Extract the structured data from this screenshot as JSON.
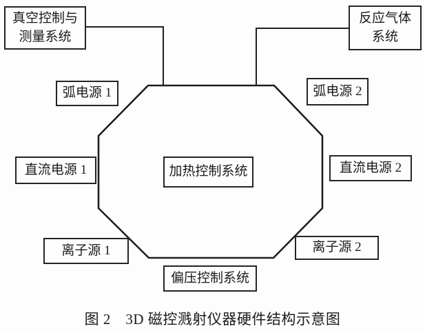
{
  "figure": {
    "caption": "图 2　3D 磁控溅射仪器硬件结构示意图"
  },
  "diagram": {
    "boxes": {
      "vacuum_control": {
        "line1": "真空控制与",
        "line2": "测量系统"
      },
      "reaction_gas": {
        "line1": "反应气体",
        "line2": "系统"
      },
      "arc_power_1": {
        "label": "弧电源 1"
      },
      "arc_power_2": {
        "label": "弧电源 2"
      },
      "dc_power_1": {
        "label": "直流电源 1"
      },
      "dc_power_2": {
        "label": "直流电源 2"
      },
      "ion_source_1": {
        "label": "离子源 1"
      },
      "ion_source_2": {
        "label": "离子源 2"
      },
      "heating_control": {
        "label": "加热控制系统"
      },
      "bias_control": {
        "label": "偏压控制系统"
      }
    },
    "colors": {
      "line": "#1e1e1e",
      "text": "#1b1b1b",
      "background": "#fdfdfd"
    }
  }
}
